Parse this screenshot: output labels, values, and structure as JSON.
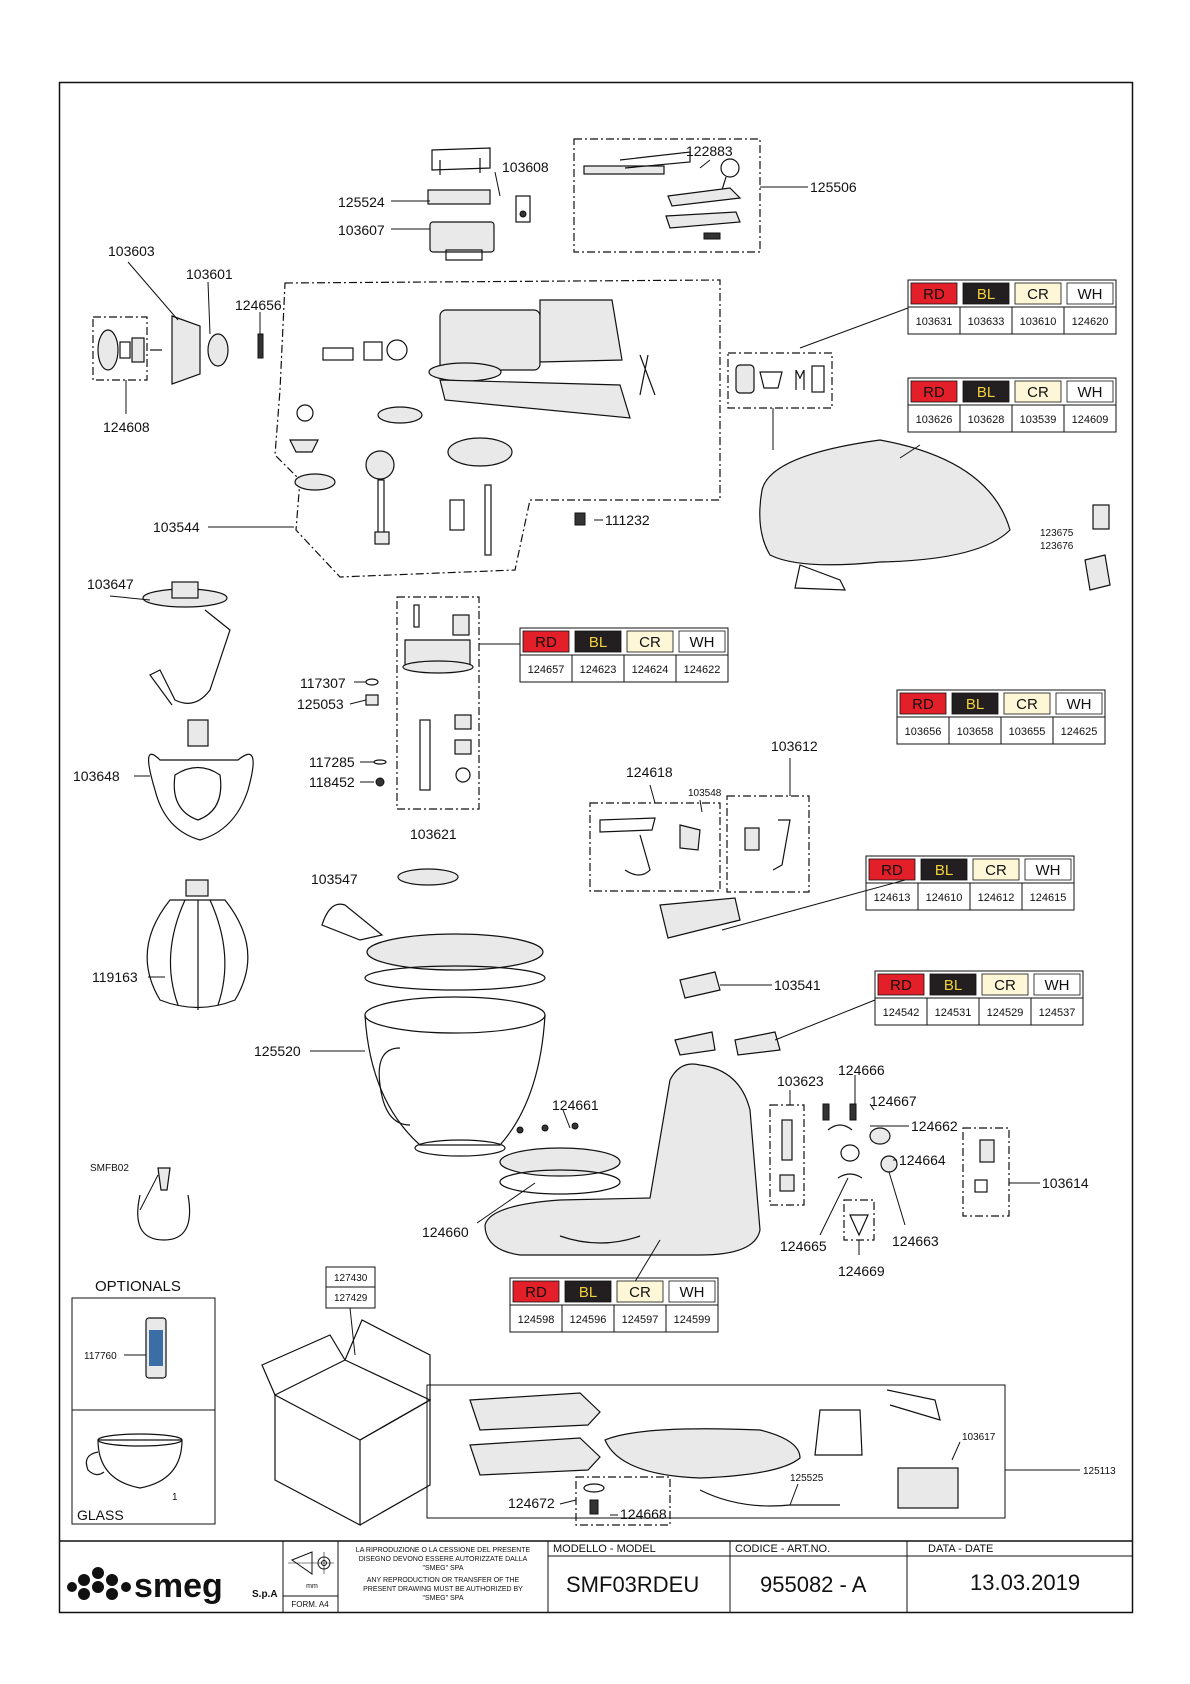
{
  "labels": {
    "l103608": "103608",
    "l125524": "125524",
    "l103607": "103607",
    "l122883": "122883",
    "l125506": "125506",
    "l103603": "103603",
    "l103601": "103601",
    "l124656": "124656",
    "l124608": "124608",
    "l103544": "103544",
    "l111232": "111232",
    "l123675": "123675",
    "l123676": "123676",
    "l103647": "103647",
    "l117307": "117307",
    "l125053": "125053",
    "l117285": "117285",
    "l118452": "118452",
    "l103648": "103648",
    "l103621": "103621",
    "l103547": "103547",
    "l124618": "124618",
    "l103548": "103548",
    "l103612": "103612",
    "l119163": "119163",
    "l103541": "103541",
    "l125520": "125520",
    "l103623": "103623",
    "l124666": "124666",
    "l124667": "124667",
    "l124662": "124662",
    "l124664": "124664",
    "l124661": "124661",
    "l103614": "103614",
    "l124660": "124660",
    "l124663": "124663",
    "l124665": "124665",
    "l124669": "124669",
    "lSMFB02": "SMFB02",
    "lOptionals": "OPTIONALS",
    "l117760": "117760",
    "lGlass": "GLASS",
    "lGlassNum": "1",
    "l127430": "127430",
    "l127429": "127429",
    "l103617": "103617",
    "l125525": "125525",
    "l125113": "125113",
    "l124672": "124672",
    "l124668": "124668"
  },
  "color_tables": [
    {
      "headers": [
        "RD",
        "BL",
        "CR",
        "WH"
      ],
      "codes": [
        "103631",
        "103633",
        "103610",
        "124620"
      ]
    },
    {
      "headers": [
        "RD",
        "BL",
        "CR",
        "WH"
      ],
      "codes": [
        "103626",
        "103628",
        "103539",
        "124609"
      ]
    },
    {
      "headers": [
        "RD",
        "BL",
        "CR",
        "WH"
      ],
      "codes": [
        "124657",
        "124623",
        "124624",
        "124622"
      ]
    },
    {
      "headers": [
        "RD",
        "BL",
        "CR",
        "WH"
      ],
      "codes": [
        "103656",
        "103658",
        "103655",
        "124625"
      ]
    },
    {
      "headers": [
        "RD",
        "BL",
        "CR",
        "WH"
      ],
      "codes": [
        "124613",
        "124610",
        "124612",
        "124615"
      ]
    },
    {
      "headers": [
        "RD",
        "BL",
        "CR",
        "WH"
      ],
      "codes": [
        "124542",
        "124531",
        "124529",
        "124537"
      ]
    },
    {
      "headers": [
        "RD",
        "BL",
        "CR",
        "WH"
      ],
      "codes": [
        "124598",
        "124596",
        "124597",
        "124599"
      ]
    }
  ],
  "swatch_colors": {
    "RD": "#e3202a",
    "BL": "#231f20",
    "CR": "#fdf7d8",
    "WH": "#ffffff"
  },
  "swatch_text_colors": {
    "RD": "#111111",
    "BL": "#f4d23a",
    "CR": "#111111",
    "WH": "#111111"
  },
  "title_block": {
    "brand": "smeg",
    "brand_suffix": "S.p.A",
    "format": "FORM. A4",
    "unit": "mm",
    "disclaimer_it": [
      "LA RIPRODUZIONE O LA CESSIONE DEL PRESENTE",
      "DISEGNO DEVONO ESSERE AUTORIZZATE DALLA",
      "\"SMEG\" SPA"
    ],
    "disclaimer_en": [
      "ANY REPRODUCTION OR TRANSFER OF THE",
      "PRESENT DRAWING MUST BE AUTHORIZED BY",
      "\"SMEG\" SPA"
    ],
    "model_caption": "MODELLO - MODEL",
    "model_value": "SMF03RDEU",
    "code_caption": "CODICE - ART.NO.",
    "code_value": "955082 - A",
    "date_caption": "DATA - DATE",
    "date_value": "13.03.2019"
  }
}
